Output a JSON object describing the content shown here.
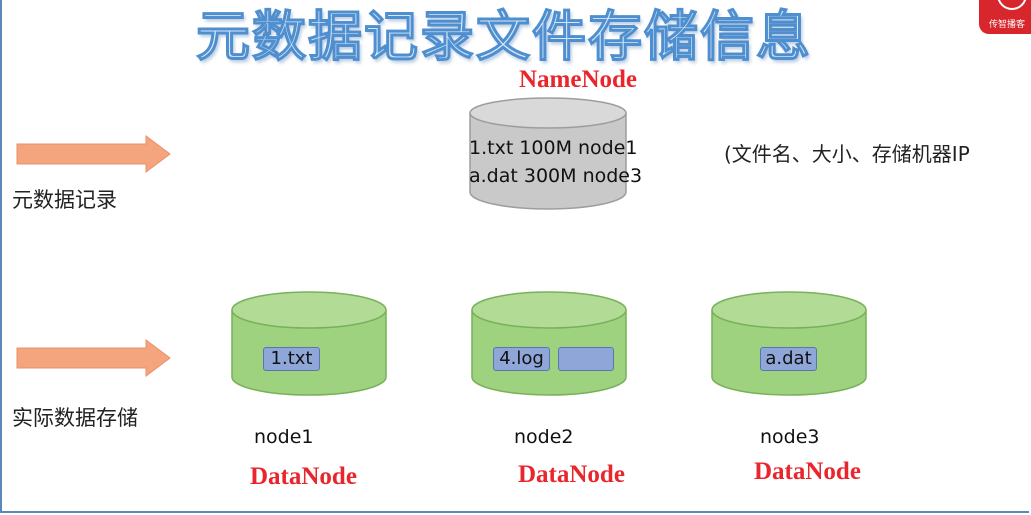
{
  "title": "元数据记录文件存储信息",
  "logo": {
    "text": "传智播客"
  },
  "namenode": {
    "label": "NameNode",
    "metadata": [
      "1.txt 100M node1",
      "a.dat 300M node3"
    ],
    "description": "(文件名、大小、存储机器IP"
  },
  "left_labels": {
    "metadata_record": "元数据记录",
    "actual_storage": "实际数据存储"
  },
  "datanodes": [
    {
      "node": "node1",
      "label": "DataNode",
      "blocks": [
        "1.txt"
      ]
    },
    {
      "node": "node2",
      "label": "DataNode",
      "blocks": [
        "4.log",
        ""
      ]
    },
    {
      "node": "node3",
      "label": "DataNode",
      "blocks": [
        "a.dat"
      ]
    }
  ],
  "colors": {
    "title_fill": "#d6e9f9",
    "title_stroke": "#4f8fcf",
    "red_label": "#e8262c",
    "arrow": "#f4a57e",
    "namenode_cylinder": "#c9c9c9",
    "datanode_cylinder": "#9fd27f",
    "block": "#8fa6d8"
  }
}
